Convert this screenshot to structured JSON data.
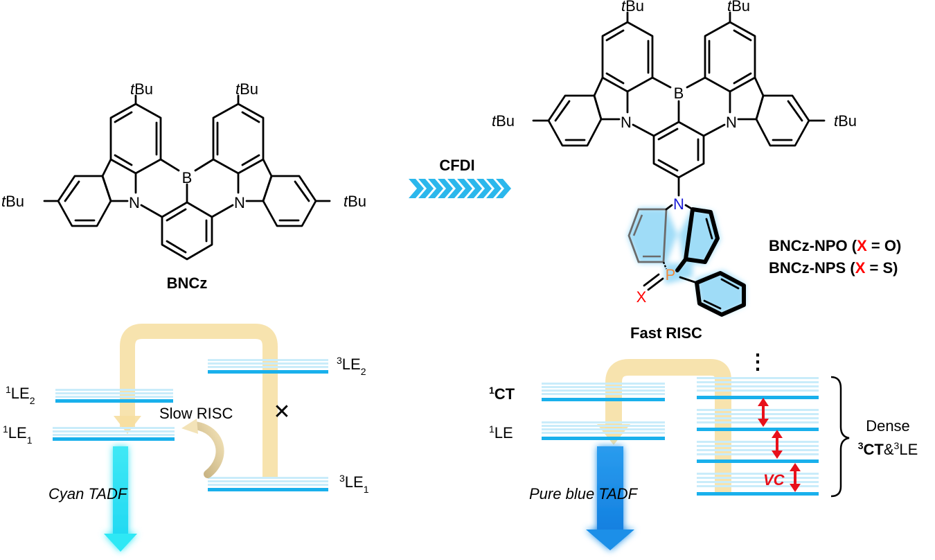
{
  "left_molecule": {
    "name": "BNCz",
    "atoms": {
      "boron": "B",
      "nitrogen": "N",
      "tbu_italic": "t",
      "tbu_rest": "Bu"
    }
  },
  "transform_arrow": {
    "label": "CFDI"
  },
  "right_molecule": {
    "atoms": {
      "boron": "B",
      "nitrogen": "N",
      "phosphorus": "P",
      "x": "X",
      "tbu_italic": "t",
      "tbu_rest": "Bu"
    },
    "variants": [
      {
        "name": "BNCz-NPO",
        "open": " (",
        "x": "X",
        "eq": " = O)"
      },
      {
        "name": "BNCz-NPS",
        "open": " (",
        "x": "X",
        "eq": " = S)"
      }
    ]
  },
  "left_diagram": {
    "levels": {
      "s2": {
        "sup": "1",
        "main": "LE",
        "sub": "2"
      },
      "s1": {
        "sup": "1",
        "main": "LE",
        "sub": "1"
      },
      "t2": {
        "sup": "3",
        "main": "LE",
        "sub": "2"
      },
      "t1": {
        "sup": "3",
        "main": "LE",
        "sub": "1"
      }
    },
    "process_label": "Slow RISC",
    "blocked_mark": "✕",
    "emission_label": "Cyan TADF"
  },
  "right_diagram": {
    "title": "Fast RISC",
    "levels": {
      "ct": {
        "sup": "1",
        "main": "CT"
      },
      "le": {
        "sup": "1",
        "main": "LE"
      }
    },
    "ellipsis": "⋮",
    "vc_label": "VC",
    "dense_label": {
      "line1": "Dense",
      "sup_ct": "3",
      "ct": "CT",
      "amp": "&",
      "sup_le": "3",
      "le": "LE"
    },
    "emission_label": "Pure blue TADF"
  },
  "colors": {
    "level_line": "#19b0ec",
    "level_faint": "#c9ecfa",
    "risc_arrow": "#f6dea0",
    "cyan_emission": "#2ee8f5",
    "blue_emission": "#1a8fe8",
    "red_arrow": "#e8111b",
    "x_red": "#ff0000",
    "nitrogen_blue": "#1a1ad6",
    "phosphorus_orange": "#f08a3c",
    "chevron_blue": "#2bb7ec"
  }
}
